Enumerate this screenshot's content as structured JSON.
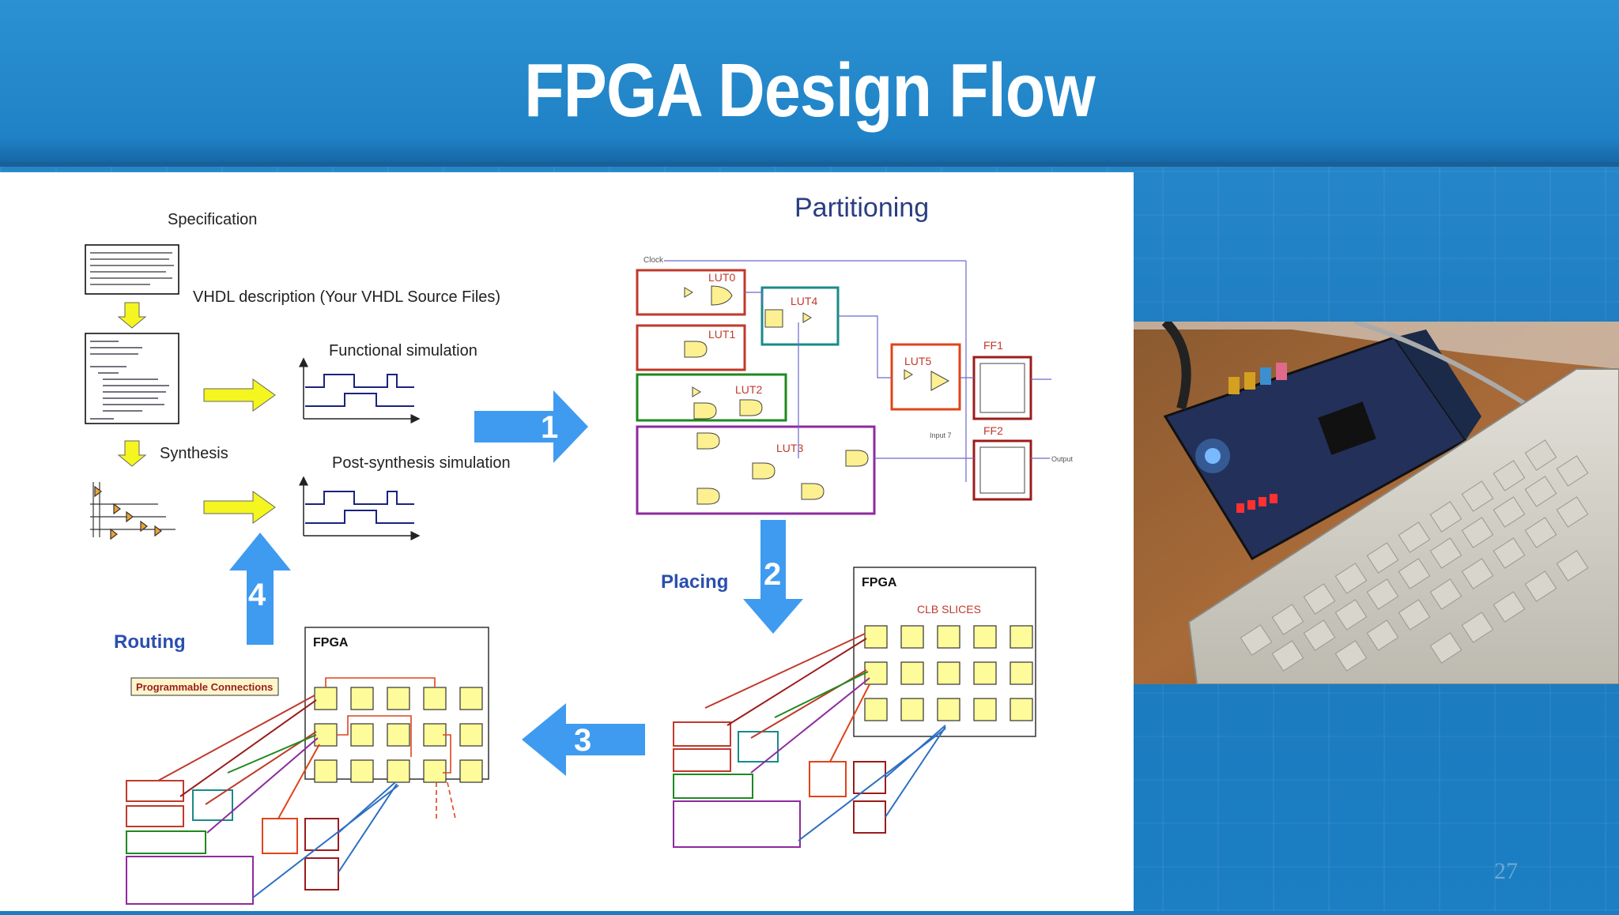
{
  "slide": {
    "title": "FPGA Design Flow",
    "slide_number": "27"
  },
  "flow": {
    "specification_label": "Specification",
    "vhdl_label": "VHDL description (Your VHDL Source Files)",
    "functional_sim_label": "Functional simulation",
    "synthesis_label": "Synthesis",
    "post_synth_sim_label": "Post-synthesis simulation",
    "partitioning_label": "Partitioning",
    "placing_label": "Placing",
    "routing_label": "Routing",
    "step1": "1",
    "step2": "2",
    "step3": "3",
    "step4": "4"
  },
  "partition": {
    "clock_label": "Clock",
    "luts": [
      "LUT0",
      "LUT4",
      "LUT1",
      "LUT2",
      "LUT3",
      "LUT5"
    ],
    "ffs": [
      "FF1",
      "FF2"
    ],
    "output_label": "Output",
    "input7_label": "Input 7"
  },
  "placing": {
    "fpga_label": "FPGA",
    "clb_label": "CLB SLICES"
  },
  "routing": {
    "fpga_label": "FPGA",
    "prog_conn_label": "Programmable Connections"
  },
  "colors": {
    "background_blue": "#1d7cc0",
    "flow_arrow": "#3f9bf0",
    "clb_fill": "#fdfb9a",
    "lut0": "#c0392b",
    "lut2": "#1e8a1e",
    "lut3": "#8e2a9e",
    "lut4": "#1a8a8a",
    "lut5": "#e0441a",
    "ff": "#9b1c1c"
  }
}
